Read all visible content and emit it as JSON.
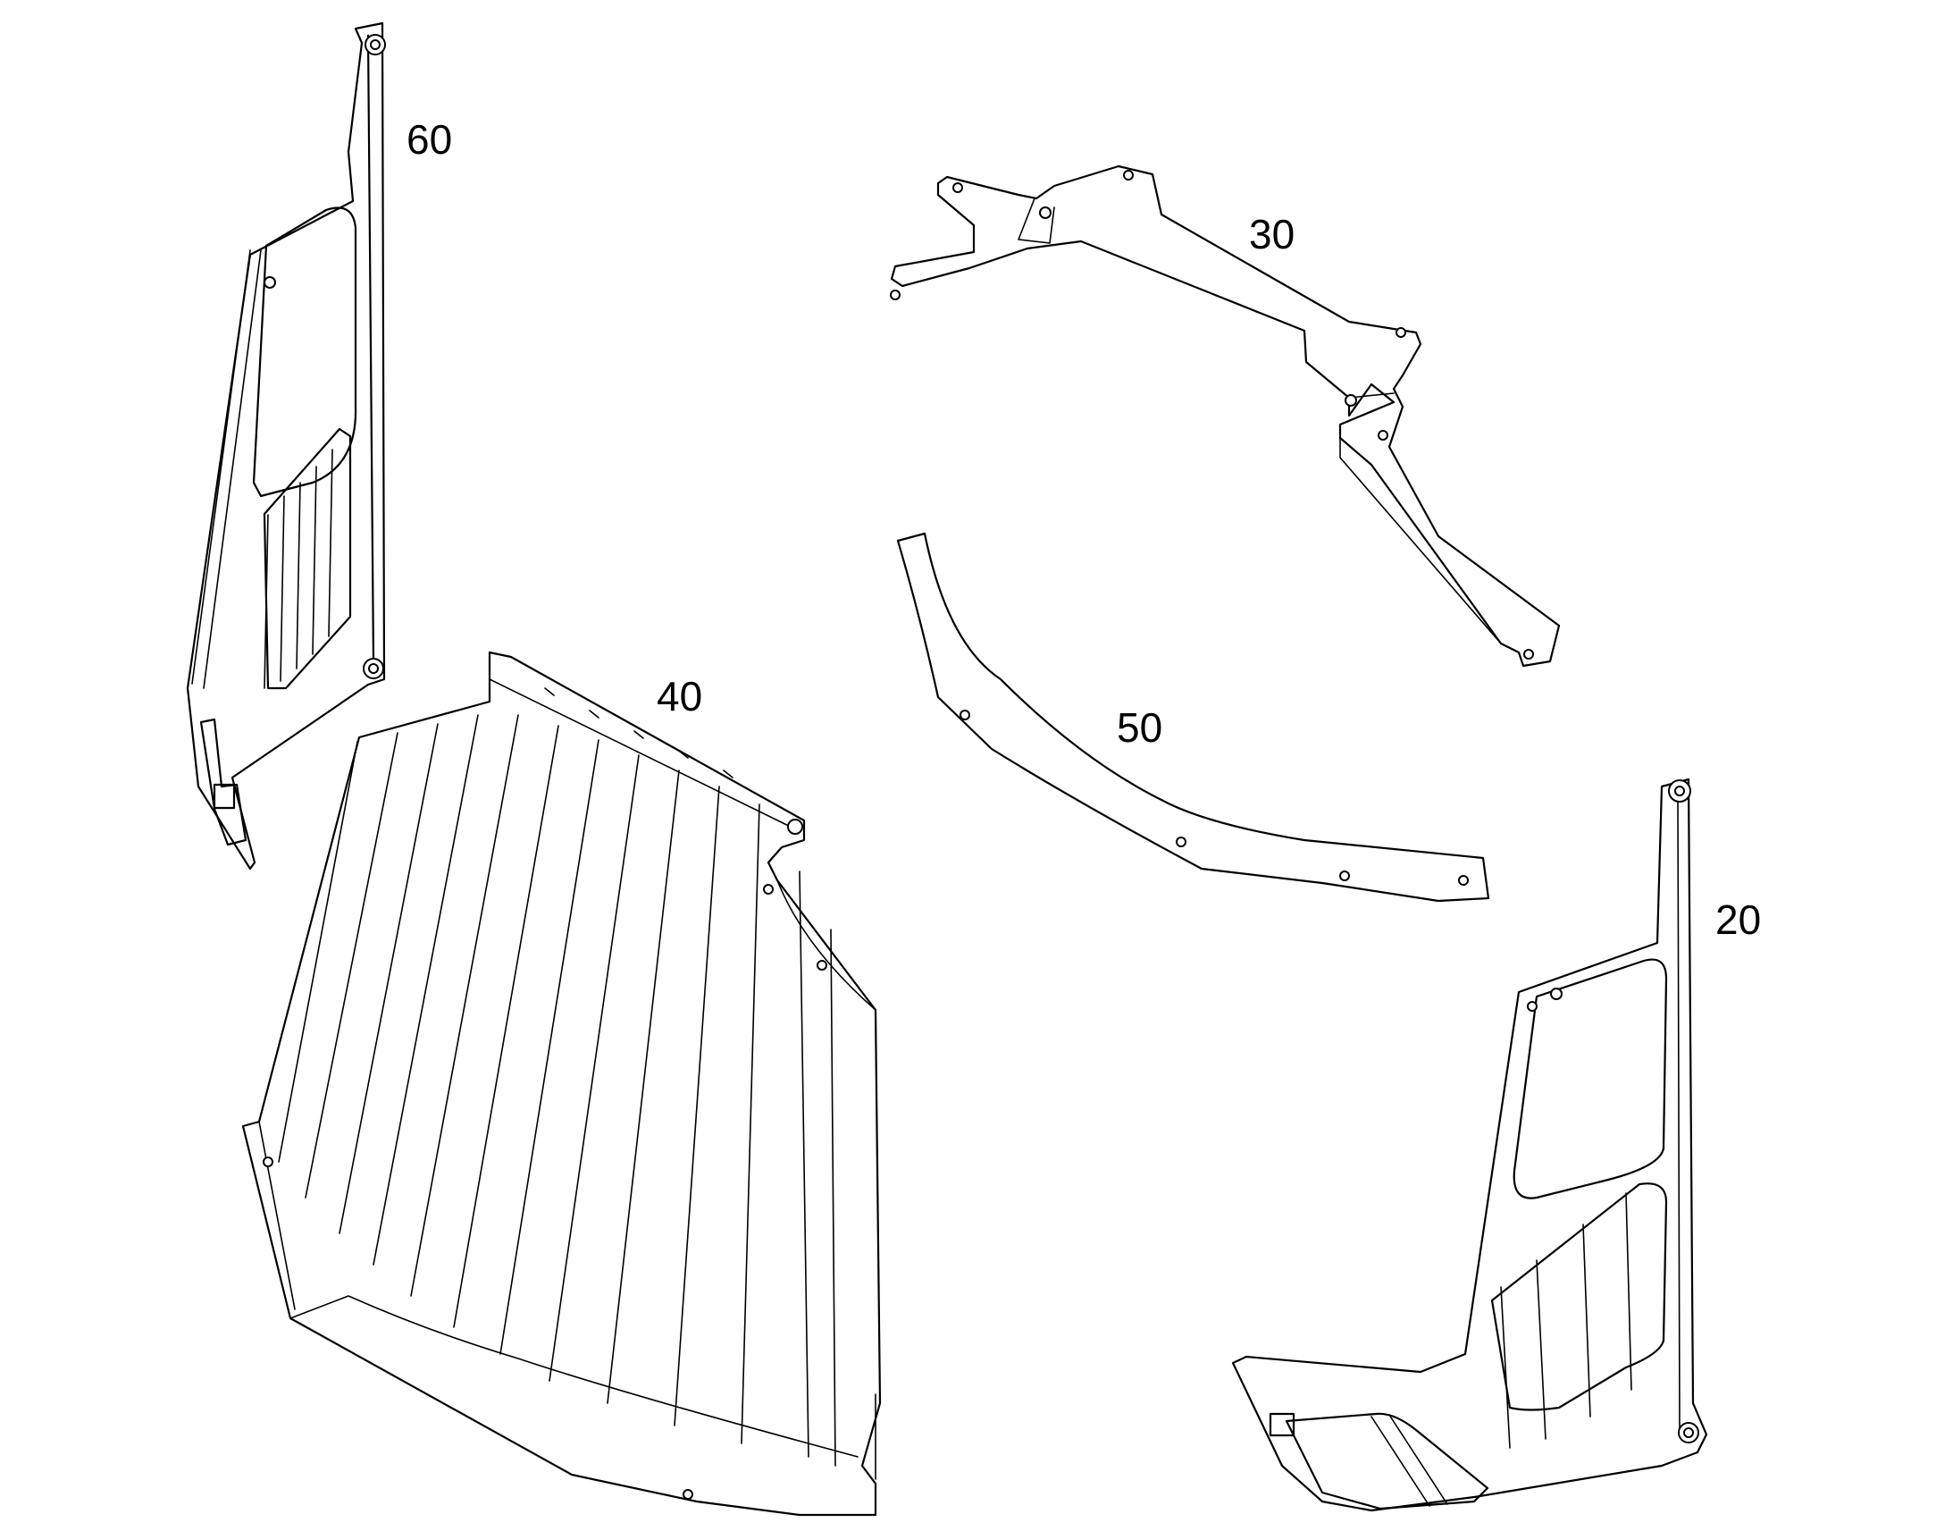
{
  "parts": [
    {
      "id": "part-60",
      "label": "60"
    },
    {
      "id": "part-30",
      "label": "30"
    },
    {
      "id": "part-40",
      "label": "40"
    },
    {
      "id": "part-50",
      "label": "50"
    },
    {
      "id": "part-20",
      "label": "20"
    }
  ]
}
